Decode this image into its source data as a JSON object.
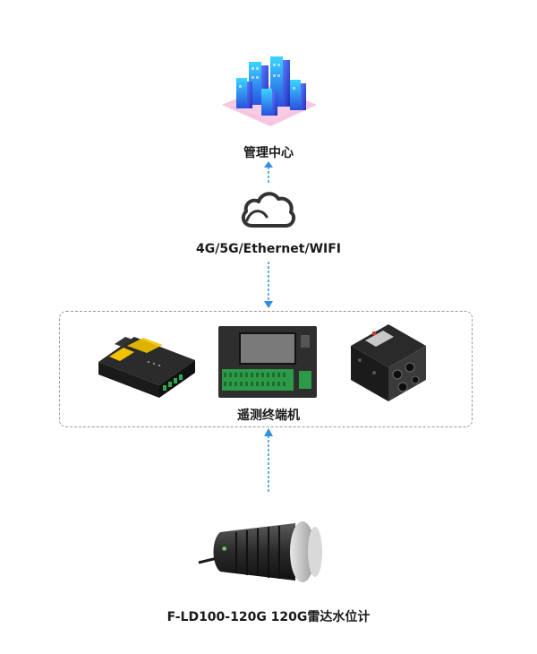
{
  "nodes": {
    "management_center": {
      "label": "管理中心"
    },
    "network": {
      "label": "4G/5G/Ethernet/WIFI"
    },
    "rtu": {
      "label": "遥测终端机"
    },
    "sensor": {
      "label": "F-LD100-120G 120G雷达水位计"
    }
  },
  "colors": {
    "arrow": "#2f8fe0",
    "box_border": "#9a9a9a"
  }
}
